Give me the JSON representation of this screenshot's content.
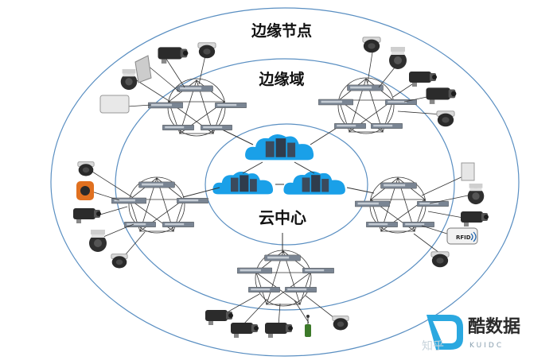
{
  "labels": {
    "outer_ring": "边缘节点",
    "middle_ring": "边缘域",
    "center": "云中心"
  },
  "tags": {
    "rfid": "RFID"
  },
  "watermark": {
    "brand": "酷数据",
    "sub": "KUIDC",
    "faint": "知乎"
  },
  "colors": {
    "ring": "#5a8fc2",
    "link": "#333333",
    "cloud": "#1aa0e8",
    "server": "#3b4a5c",
    "logo": "#2aa8e0"
  }
}
